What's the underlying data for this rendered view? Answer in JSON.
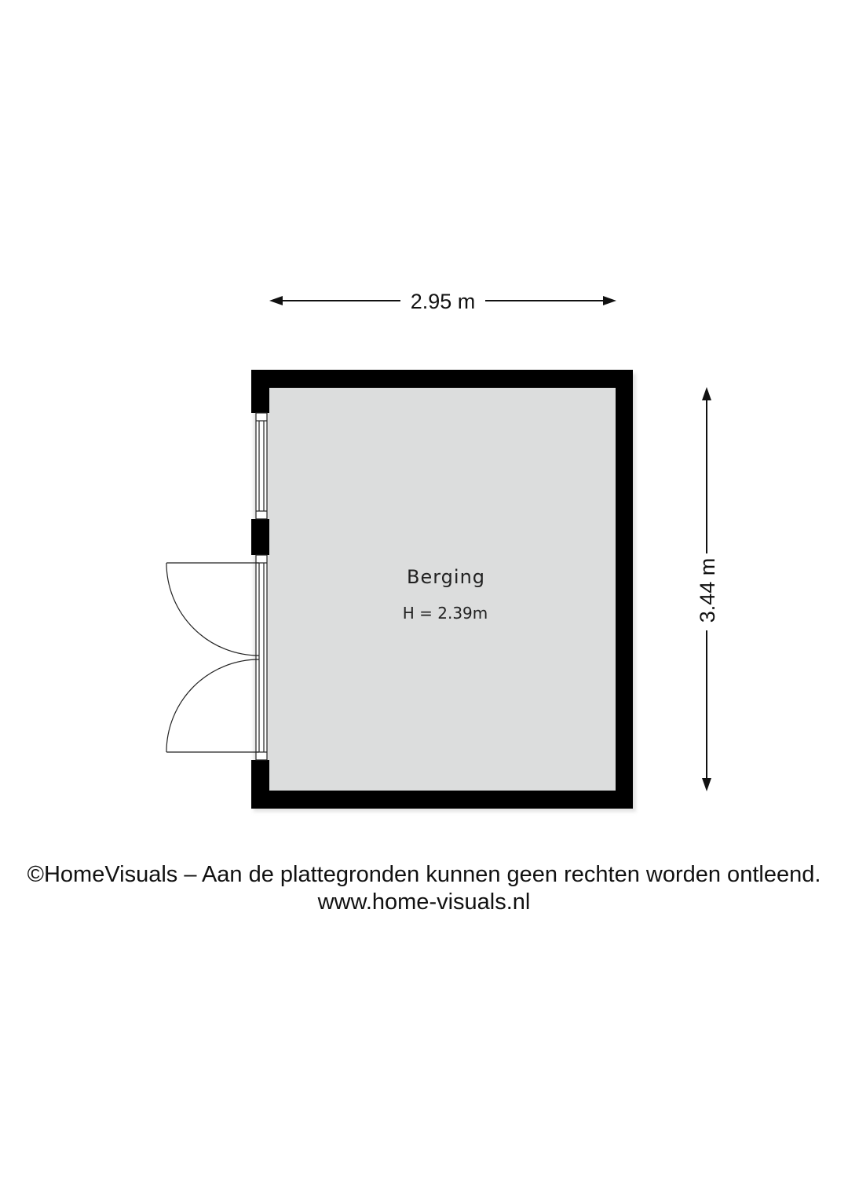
{
  "dimensions": {
    "width_label": "2.95 m",
    "depth_label": "3.44 m"
  },
  "room": {
    "name": "Berging",
    "height_label": "H = 2.39m",
    "floor_color": "#dcdddd",
    "wall_color": "#000000"
  },
  "footer": {
    "copyright": "©HomeVisuals – Aan de plattegronden kunnen geen rechten worden ontleend.",
    "website": "www.home-visuals.nl"
  }
}
